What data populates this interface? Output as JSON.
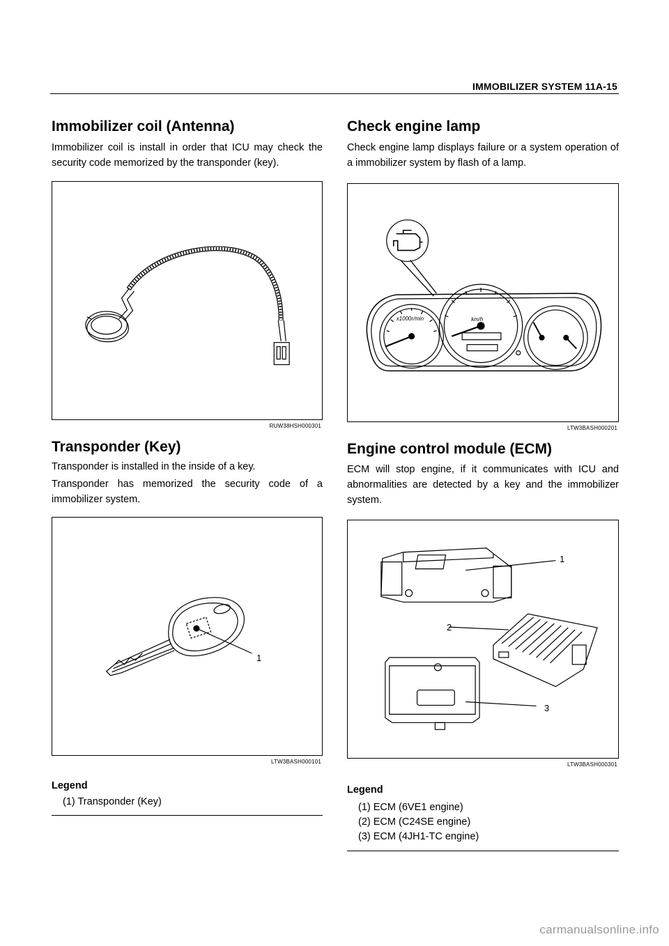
{
  "header": {
    "title": "IMMOBILIZER SYSTEM  11A-15"
  },
  "left": {
    "coil": {
      "heading": "Immobilizer coil (Antenna)",
      "body": "Immobilizer coil is install in order that ICU may check the security code memorized by the transponder (key).",
      "figure_code": "RUW38HSH000301"
    },
    "transponder": {
      "heading": "Transponder (Key)",
      "body1": "Transponder is installed in the inside of a key.",
      "body2": "Transponder has memorized the security code of a immobilizer system.",
      "figure_code": "LTW3BASH000101",
      "callout": "1",
      "legend_title": "Legend",
      "legend_items": [
        "(1) Transponder (Key)"
      ]
    }
  },
  "right": {
    "lamp": {
      "heading": "Check engine lamp",
      "body": "Check engine lamp displays failure or a system operation of a immobilizer system by flash of a lamp.",
      "figure_code": "LTW3BASH000201"
    },
    "ecm": {
      "heading": "Engine control module (ECM)",
      "body": "ECM will stop engine, if it communicates with ICU and abnormalities are detected by a key and the immobilizer system.",
      "figure_code": "LTW3BASH000301",
      "callouts": [
        "1",
        "2",
        "3"
      ],
      "legend_title": "Legend",
      "legend_items": [
        "(1) ECM (6VE1 engine)",
        "(2) ECM (C24SE engine)",
        "(3) ECM (4JH1-TC engine)"
      ]
    }
  },
  "watermark": "carmanualsonline.info"
}
